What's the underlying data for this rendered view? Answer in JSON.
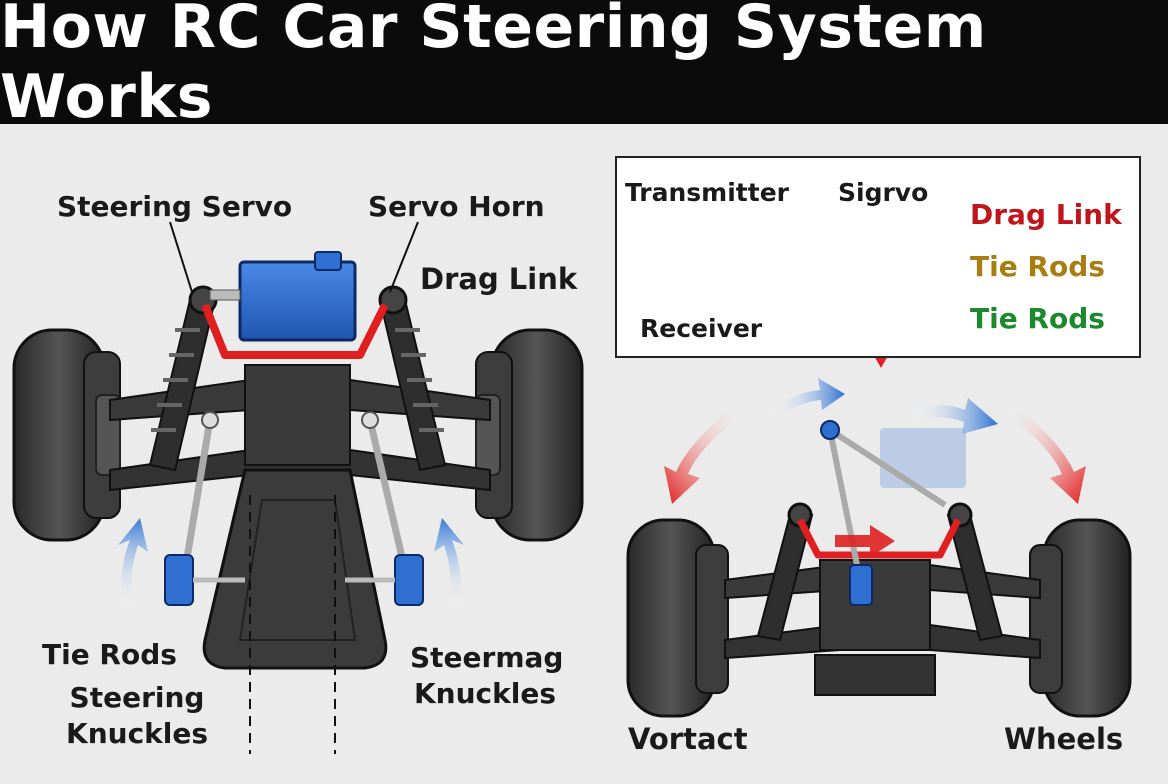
{
  "title": "How RC Car Steering System Works",
  "left_labels": {
    "steering_servo": "Steering Servo",
    "servo_horn": "Servo Horn",
    "drag_link": "Drag Link",
    "tie_rods": "Tie Rods",
    "steering_knuckles": "Steering\nKnuckles",
    "steermag_knuckles": "Steermag\nKnuckles"
  },
  "flow_box": {
    "transmitter": "Transmitter",
    "receiver": "Receiver",
    "servo": "Sigrvo",
    "legend": [
      {
        "label": "Drag Link",
        "color": "#c0161b"
      },
      {
        "label": "Tie Rods",
        "color": "#a87d12"
      },
      {
        "label": "Tie Rods",
        "color": "#1c8a2c"
      }
    ]
  },
  "right_labels": {
    "vortact": "Vortact",
    "wheels": "Wheels"
  },
  "colors": {
    "servo_blue": "#2f6fd1",
    "frame_dark": "#3a3a3a",
    "link_red": "#e02020",
    "arrow_blue": "#3a7bd5"
  }
}
